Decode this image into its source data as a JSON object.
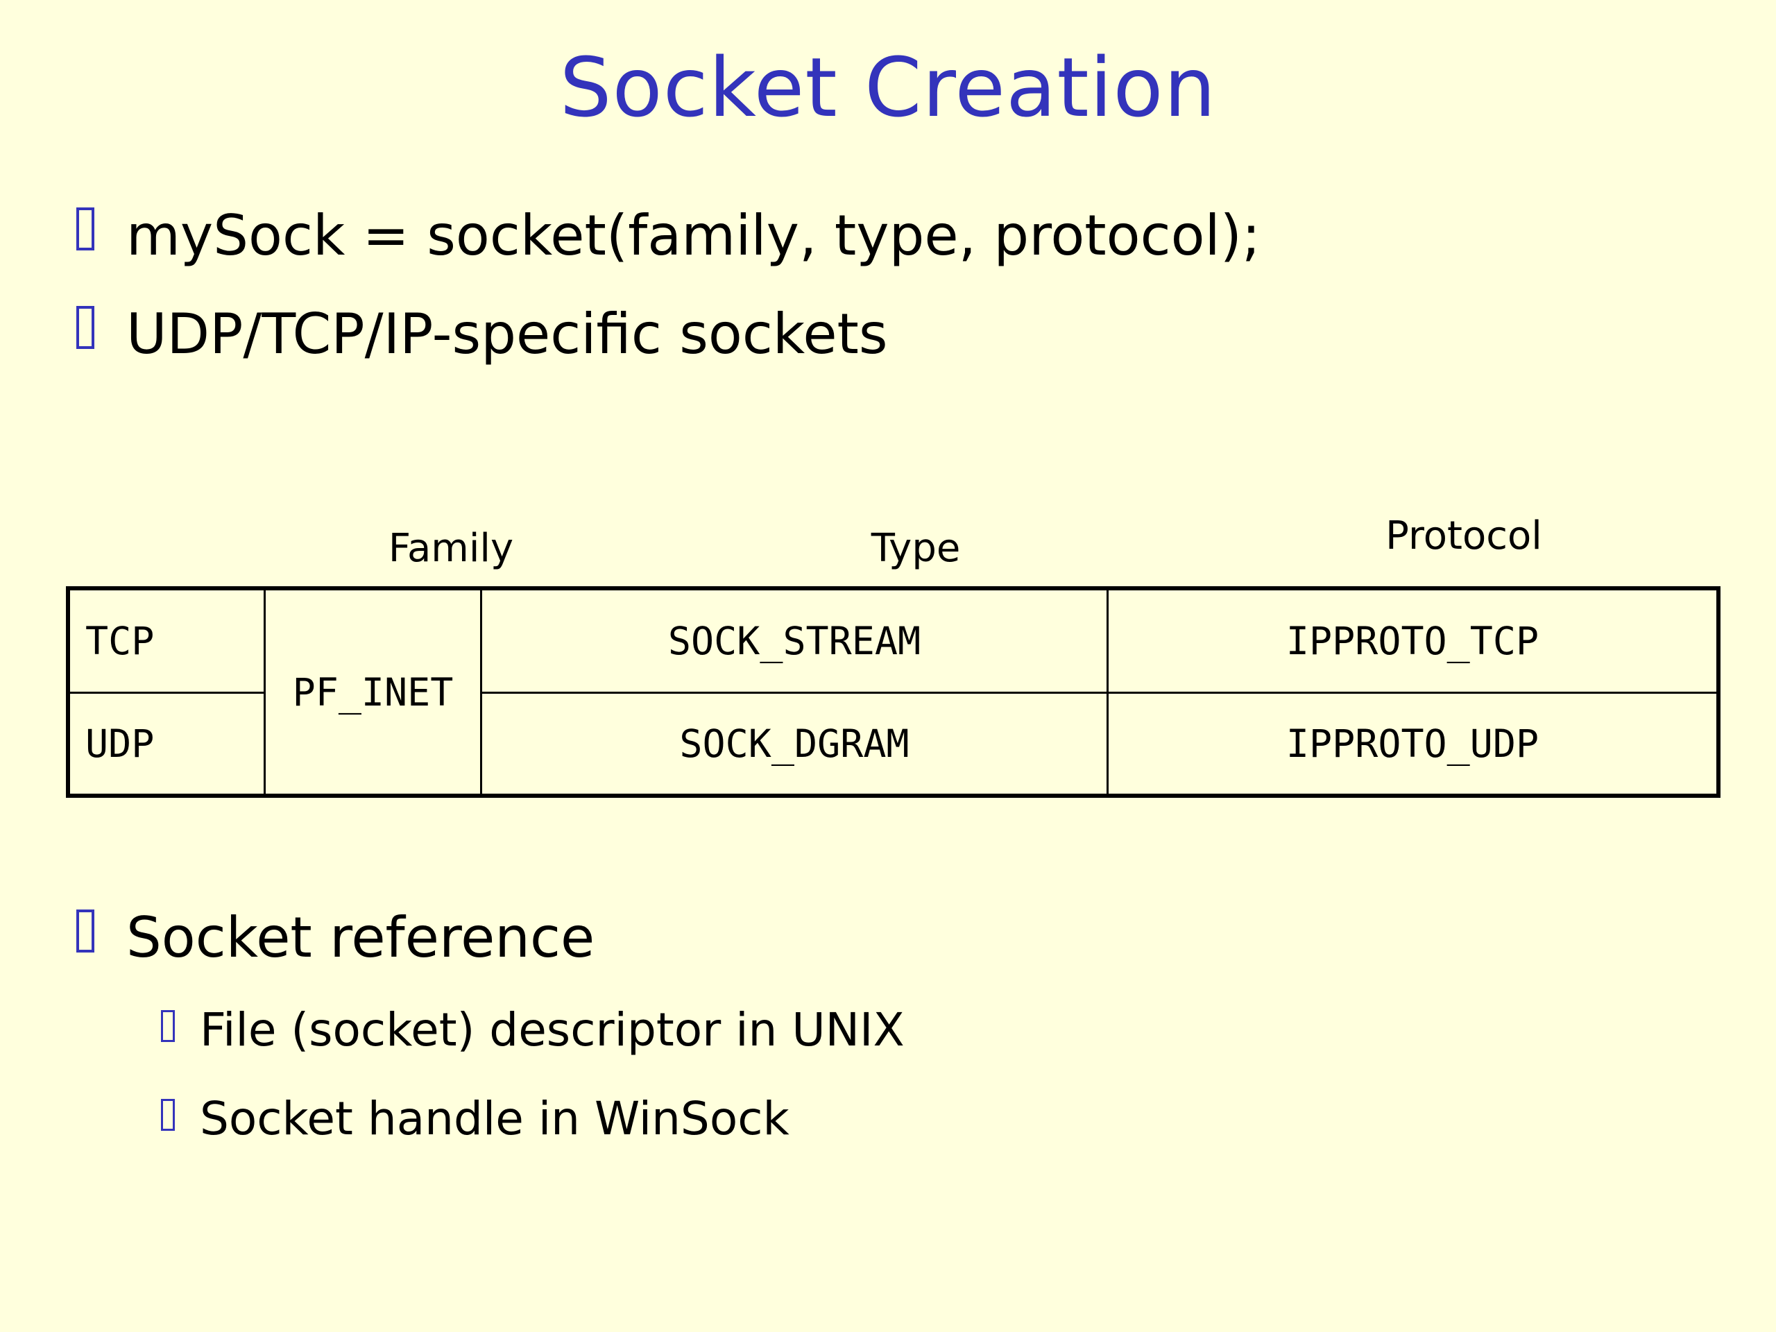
{
  "slide": {
    "title": "Socket Creation",
    "background_color": "#FFFFDD",
    "title_color": "#3333BB",
    "bullet_color": "#3333BB",
    "text_color": "#000000"
  },
  "bullets": [
    {
      "level": 1,
      "text": "mySock = socket(family, type, protocol);"
    },
    {
      "level": 1,
      "text": "UDP/TCP/IP-specific sockets"
    },
    {
      "level": 1,
      "text": "Socket reference"
    },
    {
      "level": 2,
      "text": "File (socket) descriptor in UNIX"
    },
    {
      "level": 2,
      "text": "Socket handle in WinSock"
    }
  ],
  "table": {
    "captions": {
      "family": "Family",
      "type": "Type",
      "protocol": "Protocol"
    },
    "rows": [
      {
        "protocol_name": "TCP",
        "family": "PF_INET",
        "type": "SOCK_STREAM",
        "protocol": "IPPROTO_TCP"
      },
      {
        "protocol_name": "UDP",
        "family": "PF_INET",
        "type": "SOCK_DGRAM",
        "protocol": "IPPROTO_UDP"
      }
    ]
  }
}
